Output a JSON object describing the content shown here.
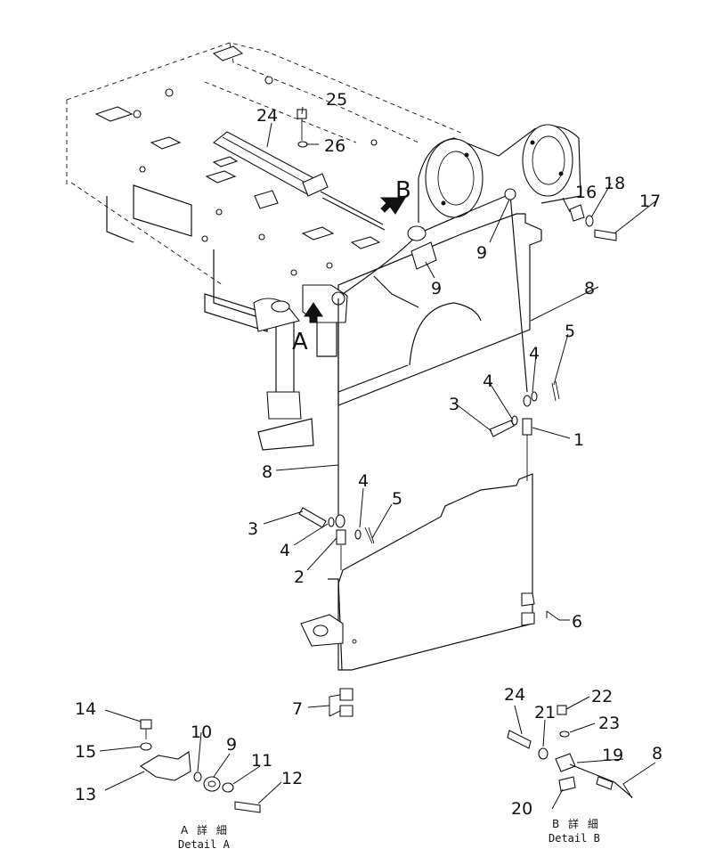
{
  "callouts": {
    "c1": "1",
    "c2": "2",
    "c3a": "3",
    "c3b": "3",
    "c4a": "4",
    "c4b": "4",
    "c4c": "4",
    "c4d": "4",
    "c5a": "5",
    "c5b": "5",
    "c6": "6",
    "c7": "7",
    "c8a": "8",
    "c8b": "8",
    "c8c": "8",
    "c9a": "9",
    "c9b": "9",
    "c9c": "9",
    "c10": "10",
    "c11": "11",
    "c12": "12",
    "c13": "13",
    "c14": "14",
    "c15": "15",
    "c16": "16",
    "c17": "17",
    "c18": "18",
    "c19": "19",
    "c20": "20",
    "c21": "21",
    "c22": "22",
    "c23": "23",
    "c24a": "24",
    "c24b": "24",
    "c25": "25",
    "c26": "26"
  },
  "view_labels": {
    "a": "A",
    "b": "B"
  },
  "details": {
    "a_jp": "A 詳 細",
    "a_en": "Detail A",
    "b_jp": "B 詳 細",
    "b_en": "Detail B"
  }
}
